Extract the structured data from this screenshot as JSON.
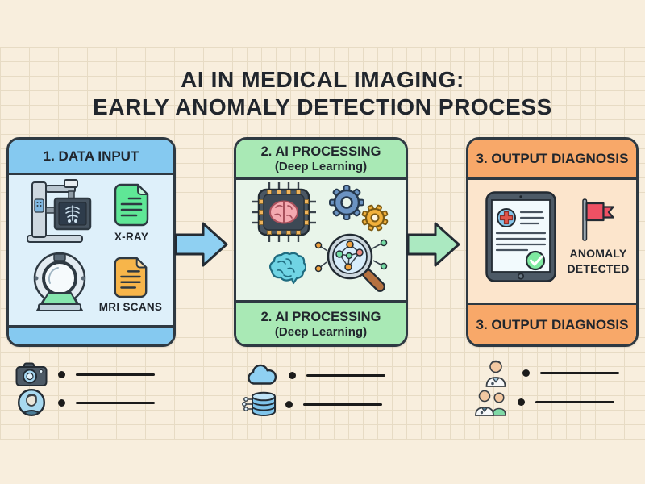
{
  "title": {
    "line1": "AI IN MEDICAL IMAGING:",
    "line2": "EARLY ANOMALY DETECTION PROCESS"
  },
  "panels": {
    "input": {
      "header": "1. DATA INPUT",
      "xray_label": "X-RAY",
      "mri_label": "MRI SCANS",
      "icons": [
        "xray-machine-icon",
        "xray-file-icon",
        "mri-scanner-icon",
        "mri-file-icon"
      ]
    },
    "processing": {
      "header_line1": "2. AI PROCESSING",
      "header_line2": "(Deep Learning)",
      "footer_line1": "2. AI PROCESSING",
      "footer_line2": "(Deep Learning)",
      "icons": [
        "ai-chip-brain-icon",
        "gears-icon",
        "brain-icon",
        "magnifier-network-icon"
      ]
    },
    "output": {
      "header": "3. OUTPUT DIAGNOSIS",
      "footer": "3. OUTPUT DIAGNOSIS",
      "anomaly_line1": "ANOMALY",
      "anomaly_line2": "DETECTED",
      "icons": [
        "tablet-report-icon",
        "red-flag-icon"
      ]
    }
  },
  "legend": {
    "rows": [
      {
        "icon": "camera-icon"
      },
      {
        "icon": "user-avatar-icon"
      },
      {
        "icon": "cloud-icon"
      },
      {
        "icon": "database-icon"
      },
      {
        "icon": "doctor-icon"
      },
      {
        "icon": "doctor-patient-icon"
      }
    ]
  },
  "colors": {
    "bg": "#f8eedd",
    "grid_line": "#e5d8c0",
    "ink": "#21262d",
    "panel_border": "#2e3942",
    "blue_header": "#85c9f0",
    "blue_body": "#def0fa",
    "green_header": "#a9e9b5",
    "green_body": "#e9f5ea",
    "orange_header": "#f8a869",
    "orange_body": "#fce5cc",
    "arrow_blue": "#8fd0f2",
    "arrow_green": "#abe9c1",
    "flag_red": "#ef5164",
    "doc_green": "#5fe796",
    "doc_orange": "#f7b54a",
    "line_ink": "#1b1b1b"
  }
}
